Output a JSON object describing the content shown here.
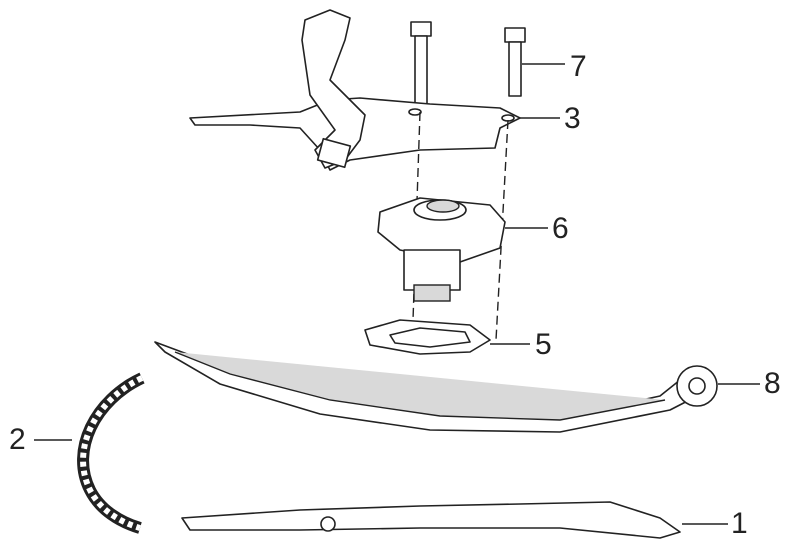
{
  "diagram": {
    "callouts": [
      {
        "number": "1",
        "part": "chain-guide"
      },
      {
        "number": "2",
        "part": "timing-chain"
      },
      {
        "number": "3",
        "part": "bracket"
      },
      {
        "number": "5",
        "part": "gasket"
      },
      {
        "number": "6",
        "part": "chain-tensioner"
      },
      {
        "number": "7",
        "part": "bolt"
      },
      {
        "number": "8",
        "part": "tensioner-arm"
      }
    ]
  }
}
